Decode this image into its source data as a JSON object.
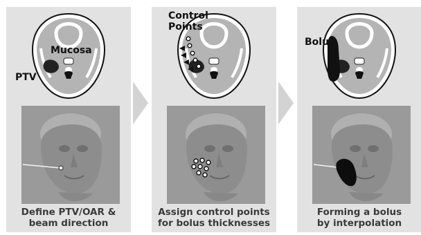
{
  "panels": [
    {
      "labels": {
        "mucosa": "Mucosa",
        "ptv": "PTV"
      },
      "caption": [
        "Define PTV/OAR &",
        "beam direction"
      ]
    },
    {
      "labels": {
        "control_points": [
          "Control",
          "Points"
        ]
      },
      "caption": [
        "Assign control points",
        "for bolus thicknesses"
      ]
    },
    {
      "labels": {
        "bolus": "Bolus"
      },
      "caption": [
        "Forming a bolus",
        "by interpolation"
      ]
    }
  ],
  "colors": {
    "panel_bg": "#e2e2e2",
    "arrow": "#d3d3d3",
    "render_bg": "#9a9a9a",
    "structure_dark": "#222222"
  }
}
